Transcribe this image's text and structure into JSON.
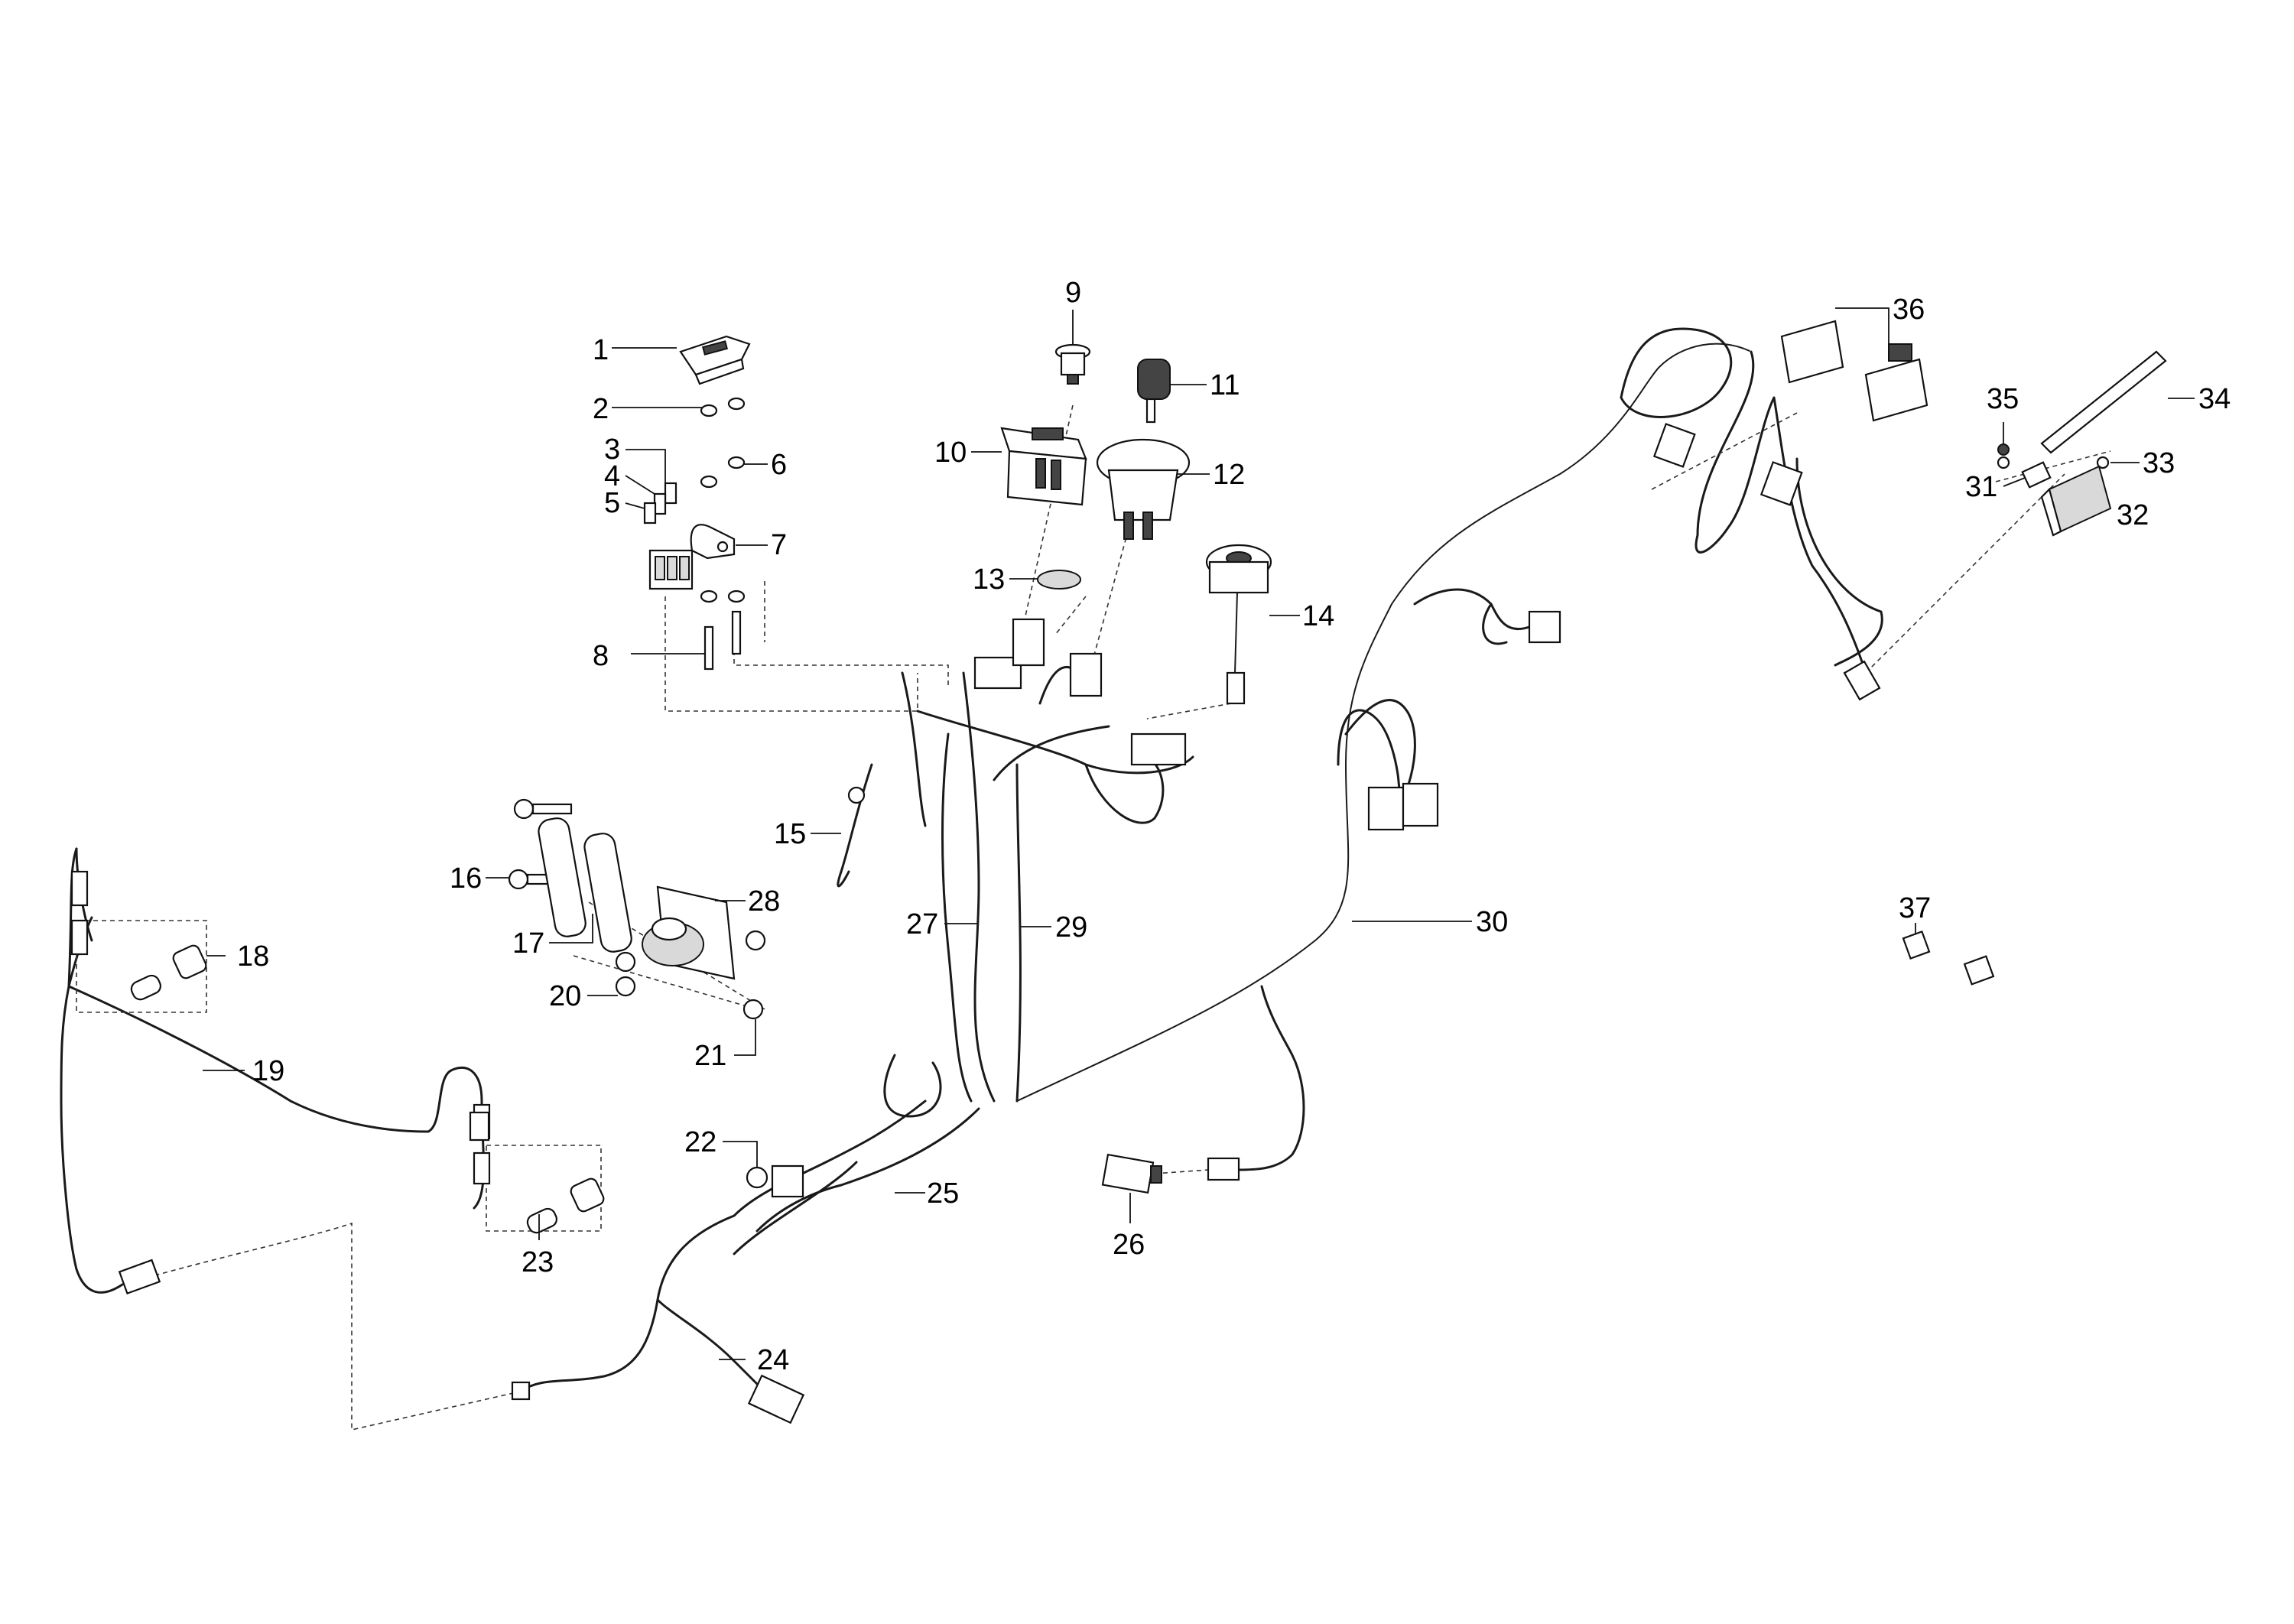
{
  "diagram": {
    "kind": "exploded wiring harness parts diagram",
    "callouts": [
      "1",
      "2",
      "3",
      "4",
      "5",
      "6",
      "7",
      "8",
      "9",
      "10",
      "11",
      "12",
      "13",
      "14",
      "15",
      "16",
      "17",
      "18",
      "19",
      "20",
      "21",
      "22",
      "23",
      "24",
      "25",
      "26",
      "27",
      "28",
      "29",
      "30",
      "31",
      "32",
      "33",
      "34",
      "35",
      "36",
      "37"
    ]
  },
  "colors": {
    "line": "#111111",
    "background": "#ffffff",
    "fill_gray": "#d9d9d9"
  }
}
